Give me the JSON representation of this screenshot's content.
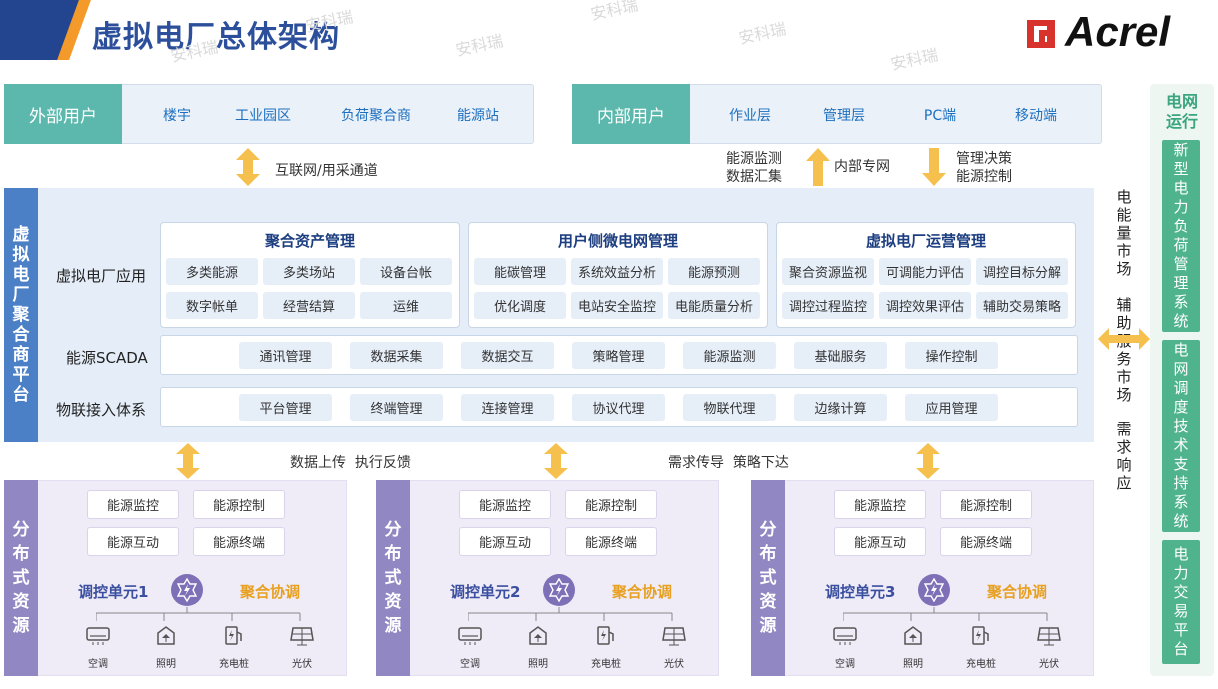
{
  "header": {
    "title": "虚拟电厂总体架构",
    "logo_text": "Acrel"
  },
  "watermark": "安科瑞",
  "external_users": {
    "label": "外部用户",
    "items": [
      "楼宇",
      "工业园区",
      "负荷聚合商",
      "能源站"
    ]
  },
  "internal_users": {
    "label": "内部用户",
    "items": [
      "作业层",
      "管理层",
      "PC端",
      "移动端"
    ]
  },
  "top_links": {
    "left_label": "互联网/用采通道",
    "right_up_label": [
      "能源监测",
      "数据汇集"
    ],
    "right_mid_label": "内部专网",
    "right_down_label": [
      "管理决策",
      "能源控制"
    ]
  },
  "platform": {
    "side_label": [
      "虚",
      "拟",
      "电",
      "厂",
      "聚",
      "合",
      "商",
      "平",
      "台"
    ],
    "row_labels": {
      "apps": "虚拟电厂应用",
      "scada": "能源SCADA",
      "iot": "物联接入体系"
    },
    "cards": [
      {
        "title": "聚合资产管理",
        "items": [
          "多类能源",
          "多类场站",
          "设备台帐",
          "数字帐单",
          "经营结算",
          "运维"
        ]
      },
      {
        "title": "用户侧微电网管理",
        "items": [
          "能碳管理",
          "系统效益分析",
          "能源预测",
          "优化调度",
          "电站安全监控",
          "电能质量分析"
        ]
      },
      {
        "title": "虚拟电厂运营管理",
        "items": [
          "聚合资源监视",
          "可调能力评估",
          "调控目标分解",
          "调控过程监控",
          "调控效果评估",
          "辅助交易策略"
        ]
      }
    ],
    "scada_items": [
      "通讯管理",
      "数据采集",
      "数据交互",
      "策略管理",
      "能源监测",
      "基础服务",
      "操作控制"
    ],
    "iot_items": [
      "平台管理",
      "终端管理",
      "连接管理",
      "协议代理",
      "物联代理",
      "边缘计算",
      "应用管理"
    ]
  },
  "bottom_links": {
    "left": "数据上传  执行反馈",
    "right": "需求传导  策略下达"
  },
  "distributed": [
    {
      "side": [
        "分",
        "布",
        "式",
        "资",
        "源"
      ],
      "chips": [
        "能源监控",
        "能源控制",
        "能源互动",
        "能源终端"
      ],
      "unit": "调控单元1",
      "coord": "聚合协调",
      "devices": [
        "空调",
        "照明",
        "充电桩",
        "光伏"
      ]
    },
    {
      "side": [
        "分",
        "布",
        "式",
        "资",
        "源"
      ],
      "chips": [
        "能源监控",
        "能源控制",
        "能源互动",
        "能源终端"
      ],
      "unit": "调控单元2",
      "coord": "聚合协调",
      "devices": [
        "空调",
        "照明",
        "充电桩",
        "光伏"
      ]
    },
    {
      "side": [
        "分",
        "布",
        "式",
        "资",
        "源"
      ],
      "chips": [
        "能源监控",
        "能源控制",
        "能源互动",
        "能源终端"
      ],
      "unit": "调控单元3",
      "coord": "聚合协调",
      "devices": [
        "空调",
        "照明",
        "充电桩",
        "光伏"
      ]
    }
  ],
  "market_column": {
    "top": [
      "电",
      "能",
      "量",
      "市",
      "场"
    ],
    "mid": [
      "辅",
      "助",
      "服",
      "务",
      "市",
      "场"
    ],
    "bottom": [
      "需",
      "求",
      "响",
      "应"
    ]
  },
  "grid_ops": {
    "title": [
      "电网",
      "运行"
    ],
    "boxes": [
      [
        "新",
        "型",
        "电",
        "力",
        "负",
        "荷",
        "管",
        "理",
        "系",
        "统"
      ],
      [
        "电",
        "网",
        "调",
        "度",
        "技",
        "术",
        "支",
        "持",
        "系",
        "统"
      ],
      [
        "电",
        "力",
        "交",
        "易",
        "平",
        "台"
      ]
    ]
  },
  "colors": {
    "brand_blue": "#2c4f9b",
    "teal": "#5cb8ac",
    "platform_blue": "#4b7fc6",
    "purple": "#9187c2",
    "arrow": "#f6c04f",
    "green": "#4fb38e",
    "logo_red": "#d7322b"
  }
}
